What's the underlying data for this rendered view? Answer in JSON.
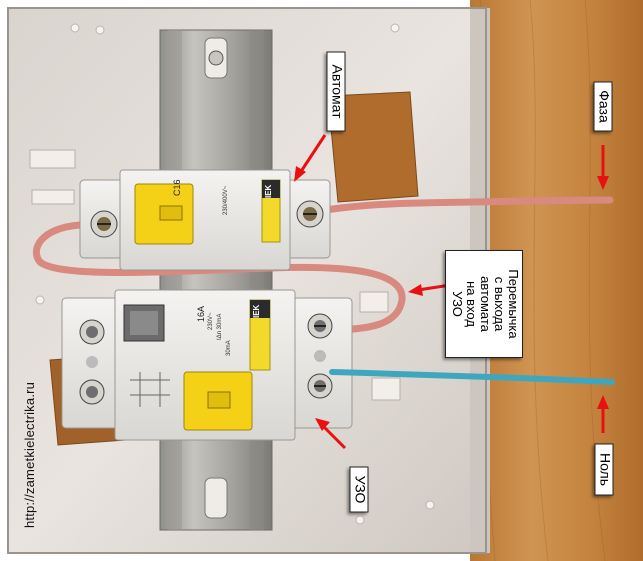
{
  "labels": {
    "avtomat": "Автомат",
    "faza": "Фаза",
    "peremychka": "Перемычка\nс выхода\nавтомата\nна вход\nУЗО",
    "nol": "Ноль",
    "uzo": "УЗО"
  },
  "watermark": "http://zametkielectrika.ru",
  "breaker": {
    "brand": "IEK",
    "rating": "C16",
    "spec": "230/400V~"
  },
  "rcd": {
    "brand": "IEK",
    "current": "16A",
    "voltage": "230V~",
    "leakage": "30mA",
    "sensitivity": "IΔn 30mA"
  },
  "colors": {
    "arrow": "#e81010",
    "phase_wire": "#d98a80",
    "neutral_wire": "#3fa6c0",
    "wood": "#c98a48"
  }
}
